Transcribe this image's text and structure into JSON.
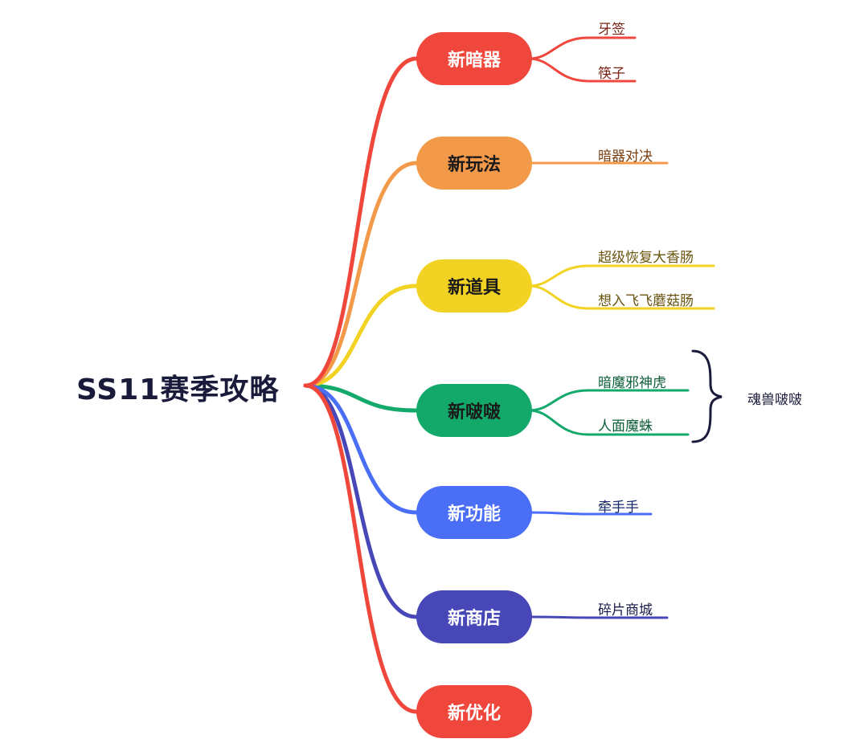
{
  "root": {
    "title": "SS11赛季攻略"
  },
  "branches": [
    {
      "label": "新暗器",
      "color": "#f0473c",
      "text_color": "#ffffff",
      "leaf_color": "#7a1f12",
      "children": [
        "牙签",
        "筷子"
      ]
    },
    {
      "label": "新玩法",
      "color": "#f39a4a",
      "text_color": "#1a1a1a",
      "leaf_color": "#7a3f10",
      "children": [
        "暗器对决"
      ]
    },
    {
      "label": "新道具",
      "color": "#f2d222",
      "text_color": "#1a1a1a",
      "leaf_color": "#6a5510",
      "children": [
        "超级恢复大香肠",
        "想入飞飞蘑菇肠"
      ]
    },
    {
      "label": "新啵啵",
      "color": "#12a96a",
      "text_color": "#1a1a1a",
      "leaf_color": "#0e5e3a",
      "children": [
        "暗魔邪神虎",
        "人面魔蛛"
      ]
    },
    {
      "label": "新功能",
      "color": "#4a6ef5",
      "text_color": "#ffffff",
      "leaf_color": "#1a2a6a",
      "children": [
        "牵手手"
      ]
    },
    {
      "label": "新商店",
      "color": "#4747b8",
      "text_color": "#ffffff",
      "leaf_color": "#1a1a4a",
      "children": [
        "碎片商城"
      ]
    },
    {
      "label": "新优化",
      "color": "#f0473c",
      "text_color": "#ffffff",
      "leaf_color": "#7a1f12",
      "children": []
    }
  ],
  "summary": {
    "label": "魂兽啵啵",
    "color": "#1a1a3a"
  }
}
